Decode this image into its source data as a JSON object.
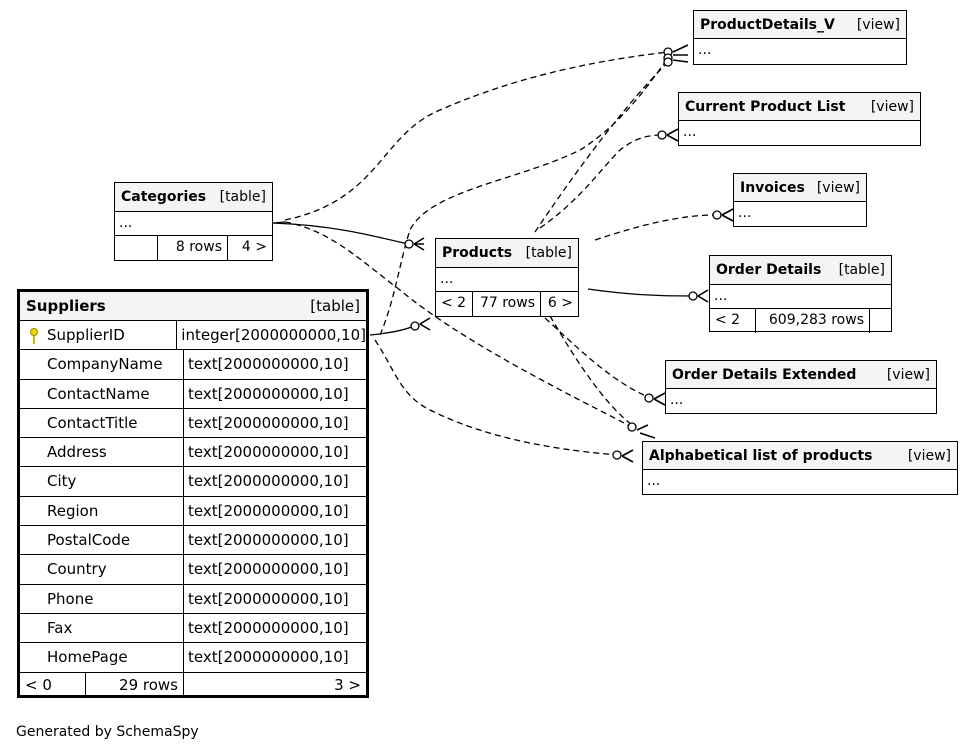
{
  "credit": "Generated by SchemaSpy",
  "tables": {
    "productdetails_v": {
      "name": "ProductDetails_V",
      "kind": "[view]",
      "body": "..."
    },
    "current_product_list": {
      "name": "Current Product List",
      "kind": "[view]",
      "body": "..."
    },
    "invoices": {
      "name": "Invoices",
      "kind": "[view]",
      "body": "..."
    },
    "categories": {
      "name": "Categories",
      "kind": "[table]",
      "body": "...",
      "rows": "8 rows",
      "children": "4 >"
    },
    "products": {
      "name": "Products",
      "kind": "[table]",
      "body": "...",
      "parents": "< 2",
      "rows": "77 rows",
      "children": "6 >"
    },
    "order_details": {
      "name": "Order Details",
      "kind": "[table]",
      "body": "...",
      "parents": "< 2",
      "rows": "609,283 rows"
    },
    "order_details_extended": {
      "name": "Order Details Extended",
      "kind": "[view]",
      "body": "..."
    },
    "alphabetical_list": {
      "name": "Alphabetical list of products",
      "kind": "[view]",
      "body": "..."
    }
  },
  "suppliers": {
    "name": "Suppliers",
    "kind": "[table]",
    "columns": [
      {
        "name": "SupplierID",
        "type": "integer[2000000000,10]",
        "primary_key": true
      },
      {
        "name": "CompanyName",
        "type": "text[2000000000,10]"
      },
      {
        "name": "ContactName",
        "type": "text[2000000000,10]"
      },
      {
        "name": "ContactTitle",
        "type": "text[2000000000,10]"
      },
      {
        "name": "Address",
        "type": "text[2000000000,10]"
      },
      {
        "name": "City",
        "type": "text[2000000000,10]"
      },
      {
        "name": "Region",
        "type": "text[2000000000,10]"
      },
      {
        "name": "PostalCode",
        "type": "text[2000000000,10]"
      },
      {
        "name": "Country",
        "type": "text[2000000000,10]"
      },
      {
        "name": "Phone",
        "type": "text[2000000000,10]"
      },
      {
        "name": "Fax",
        "type": "text[2000000000,10]"
      },
      {
        "name": "HomePage",
        "type": "text[2000000000,10]"
      }
    ],
    "parents": "< 0",
    "rows": "29 rows",
    "children": "3 >"
  },
  "relationships": [
    {
      "from": "Categories",
      "to": "Products",
      "style": "solid"
    },
    {
      "from": "Suppliers",
      "to": "Products",
      "style": "solid"
    },
    {
      "from": "Products",
      "to": "Order Details",
      "style": "solid"
    },
    {
      "from": "Categories",
      "to": "ProductDetails_V",
      "style": "dashed"
    },
    {
      "from": "Categories",
      "to": "Alphabetical list of products",
      "style": "dashed"
    },
    {
      "from": "Suppliers",
      "to": "ProductDetails_V",
      "style": "dashed"
    },
    {
      "from": "Suppliers",
      "to": "Alphabetical list of products",
      "style": "dashed"
    },
    {
      "from": "Products",
      "to": "ProductDetails_V",
      "style": "dashed"
    },
    {
      "from": "Products",
      "to": "Current Product List",
      "style": "dashed"
    },
    {
      "from": "Products",
      "to": "Invoices",
      "style": "dashed"
    },
    {
      "from": "Products",
      "to": "Order Details Extended",
      "style": "dashed"
    },
    {
      "from": "Products",
      "to": "Alphabetical list of products",
      "style": "dashed"
    }
  ]
}
